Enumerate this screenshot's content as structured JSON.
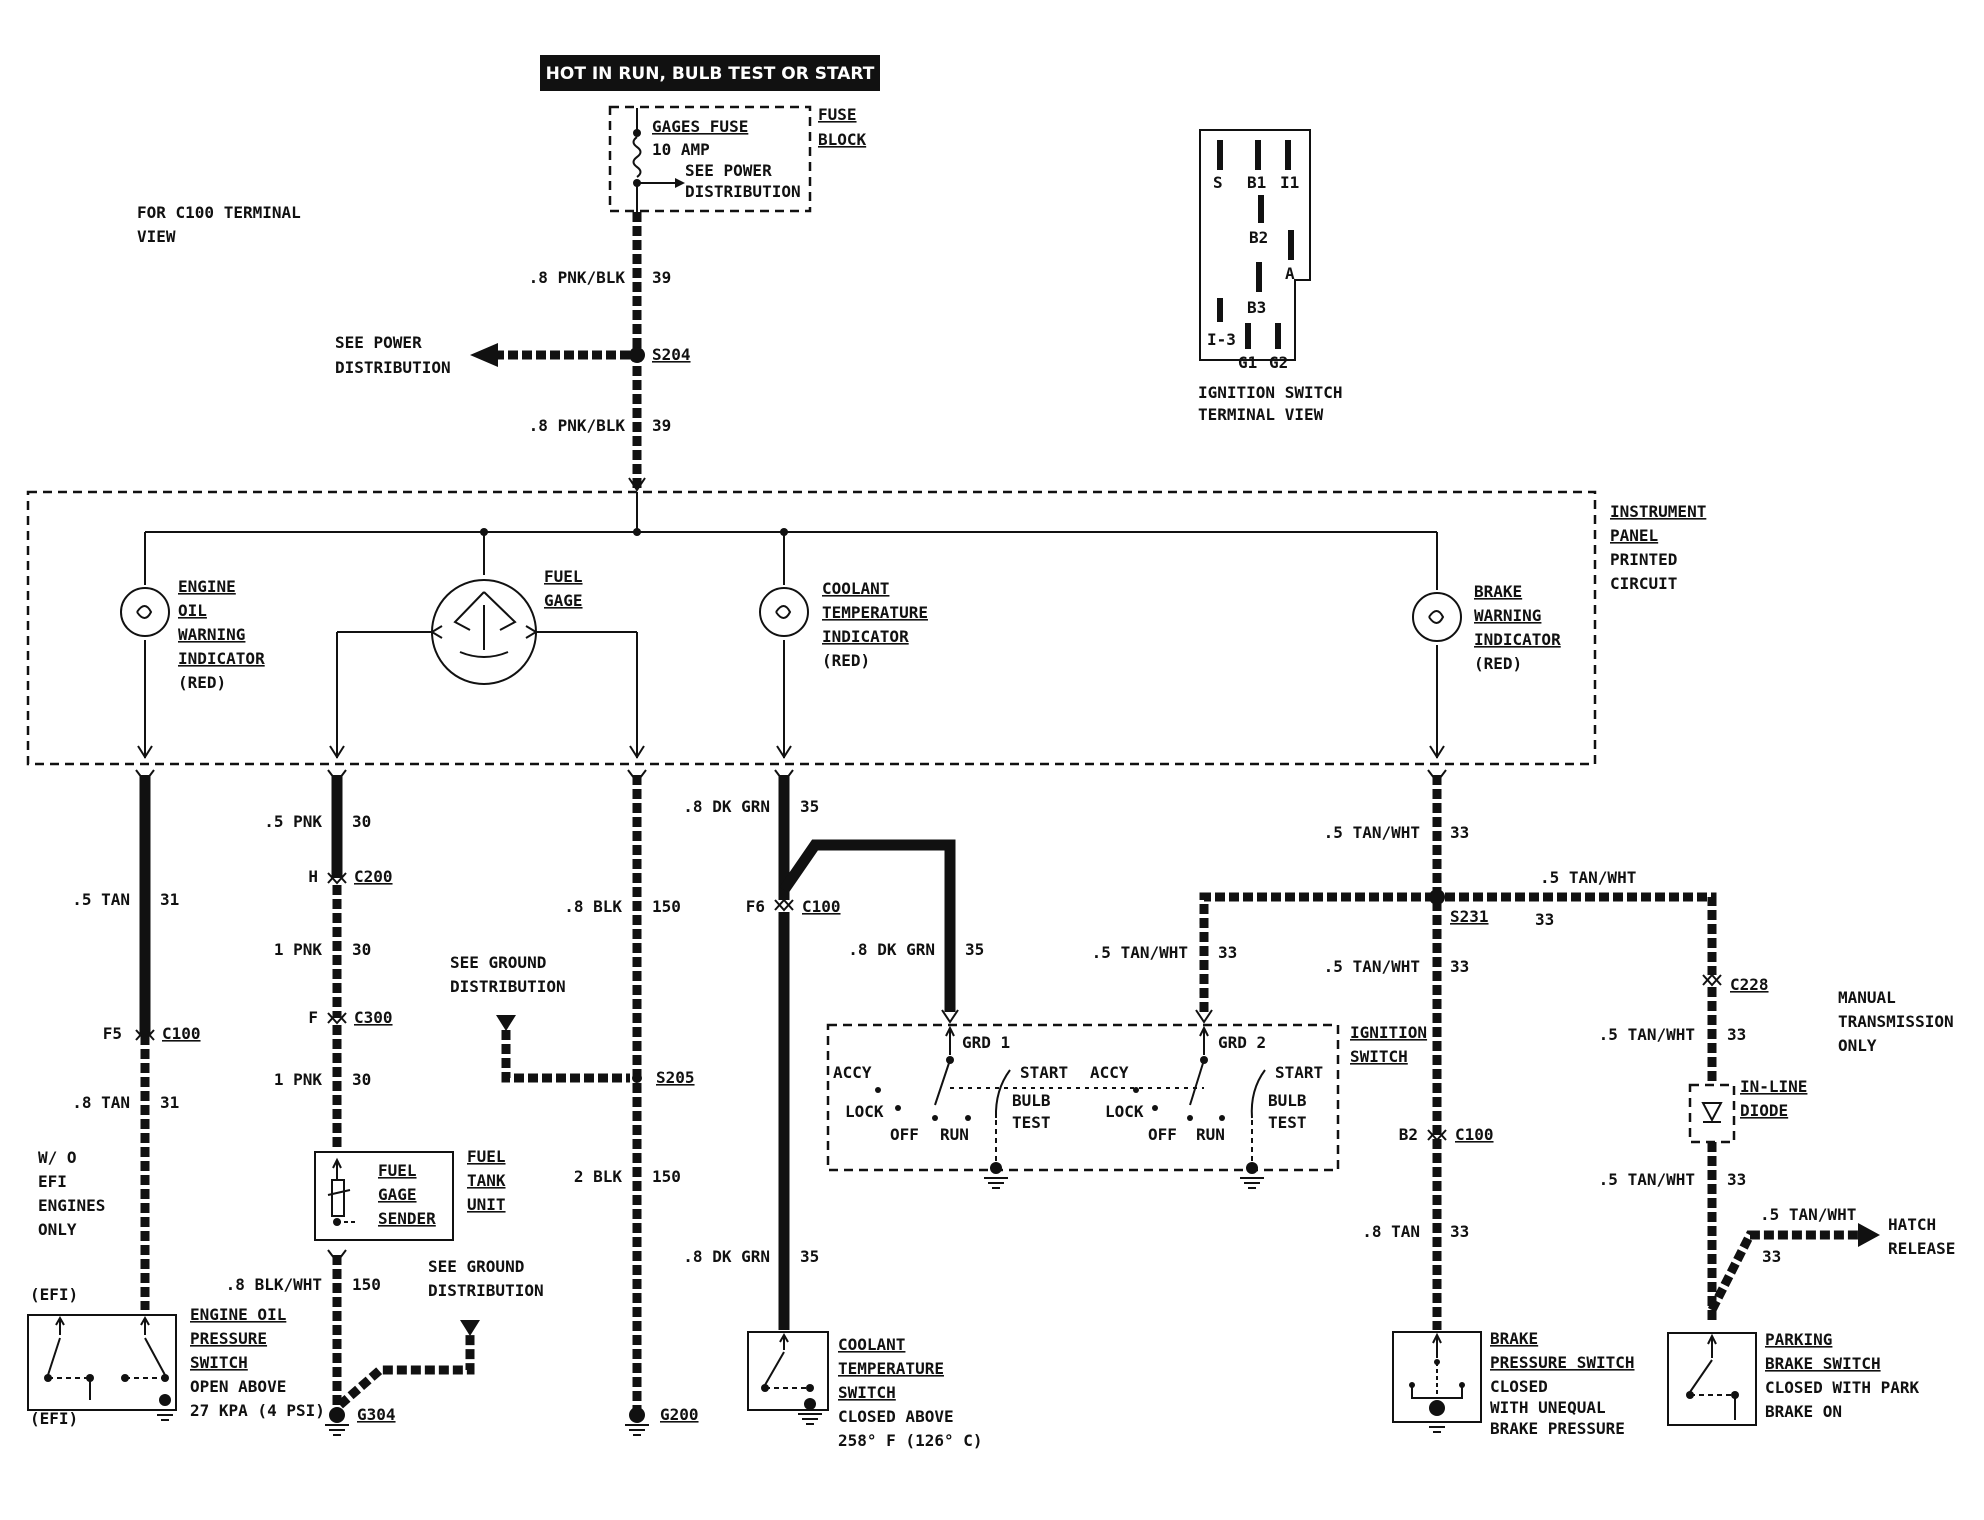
{
  "header": {
    "text": "HOT IN RUN,  BULB TEST OR START"
  },
  "fuse_block": {
    "fuse_name": "GAGES FUSE",
    "fuse_rating": "10 AMP",
    "see_power_1": "SEE POWER",
    "see_power_2": "DISTRIBUTION",
    "block_1": "FUSE",
    "block_2": "BLOCK"
  },
  "c100_note": {
    "line1": "FOR C100 TERMINAL",
    "line2": "VIEW"
  },
  "power_wire": {
    "top_label": ".8 PNK/BLK",
    "top_circuit": "39",
    "splice": "S204",
    "bottom_label": ".8 PNK/BLK",
    "bottom_circuit": "39",
    "see_power_1": "SEE POWER",
    "see_power_2": "DISTRIBUTION"
  },
  "ignition_view": {
    "terminals": [
      "S",
      "B1",
      "I1",
      "B2",
      "A",
      "B3",
      "I-3",
      "G1",
      "G2"
    ],
    "caption_1": "IGNITION SWITCH",
    "caption_2": "TERMINAL VIEW"
  },
  "instrument_panel": {
    "line1": "INSTRUMENT",
    "line2": "PANEL",
    "line3": "PRINTED",
    "line4": "CIRCUIT"
  },
  "indicators": {
    "oil": [
      "ENGINE",
      "OIL",
      "WARNING",
      "INDICATOR",
      "(RED)"
    ],
    "fuel_gage": [
      "FUEL",
      "GAGE"
    ],
    "coolant": [
      "COOLANT",
      "TEMPERATURE",
      "INDICATOR",
      "(RED)"
    ],
    "brake": [
      "BRAKE",
      "WARNING",
      "INDICATOR",
      "(RED)"
    ]
  },
  "oil_circuit": {
    "wire1": ".5 TAN",
    "circuit1": "31",
    "conn_pin": "F5",
    "connector": "C100",
    "wire2": ".8 TAN",
    "circuit2": "31",
    "efi_note": [
      "W/ O",
      "EFI",
      "ENGINES",
      "ONLY"
    ],
    "efi_top": "(EFI)",
    "efi_bottom": "(EFI)",
    "switch": [
      "ENGINE OIL",
      "PRESSURE",
      "SWITCH",
      "OPEN ABOVE",
      "27 KPA (4 PSI)"
    ]
  },
  "fuel_circuit": {
    "wire1": ".5 PNK",
    "circuit1": "30",
    "pin1": "H",
    "conn1": "C200",
    "wire2": "1 PNK",
    "circuit2": "30",
    "pin2": "F",
    "conn2": "C300",
    "wire3": "1 PNK",
    "circuit3": "30",
    "sender": [
      "FUEL",
      "GAGE",
      "SENDER"
    ],
    "unit": [
      "FUEL",
      "TANK",
      "UNIT"
    ],
    "wire4": ".8 BLK/WHT",
    "circuit4": "150",
    "ground": "G304",
    "see_ground": [
      "SEE GROUND",
      "DISTRIBUTION"
    ]
  },
  "ground_circuit": {
    "wire1": ".8 BLK",
    "circuit1": "150",
    "see_ground": [
      "SEE GROUND",
      "DISTRIBUTION"
    ],
    "splice": "S205",
    "wire2": "2 BLK",
    "circuit2": "150",
    "ground": "G200"
  },
  "coolant_circuit": {
    "wire1": ".8 DK GRN",
    "circuit1": "35",
    "pin": "F6",
    "connector": "C100",
    "wire2": ".8 DK GRN",
    "circuit2": "35",
    "wire3": ".8 DK GRN",
    "circuit3": "35",
    "switch": [
      "COOLANT",
      "TEMPERATURE",
      "SWITCH",
      "CLOSED ABOVE",
      "258° F (126° C)"
    ]
  },
  "ignition_switch": {
    "name": [
      "IGNITION",
      "SWITCH"
    ],
    "grd1": "GRD 1",
    "grd2": "GRD 2",
    "positions": [
      "ACCY",
      "LOCK",
      "OFF",
      "RUN",
      "START",
      "BULB",
      "TEST"
    ],
    "wire": ".5 TAN/WHT",
    "circuit": "33"
  },
  "brake_circuit": {
    "wire1": ".5 TAN/WHT",
    "circuit1": "33",
    "splice": "S231",
    "branch_wire": ".5 TAN/WHT",
    "branch_circuit": "33",
    "wire2": ".5 TAN/WHT",
    "circuit2": "33",
    "pin": "B2",
    "connector": "C100",
    "wire3": ".8 TAN",
    "circuit3": "33",
    "switch": [
      "BRAKE",
      "PRESSURE SWITCH",
      "CLOSED",
      "WITH UNEQUAL",
      "BRAKE PRESSURE"
    ]
  },
  "parking_circuit": {
    "connector": "C228",
    "wire1": ".5 TAN/WHT",
    "circuit1": "33",
    "diode": [
      "IN-LINE",
      "DIODE"
    ],
    "wire2": ".5 TAN/WHT",
    "circuit2": "33",
    "hatch_wire": ".5 TAN/WHT",
    "hatch_circuit": "33",
    "hatch": [
      "HATCH",
      "RELEASE"
    ],
    "manual": [
      "MANUAL",
      "TRANSMISSION",
      "ONLY"
    ],
    "switch": [
      "PARKING",
      "BRAKE SWITCH",
      "CLOSED WITH PARK",
      "BRAKE ON"
    ]
  }
}
